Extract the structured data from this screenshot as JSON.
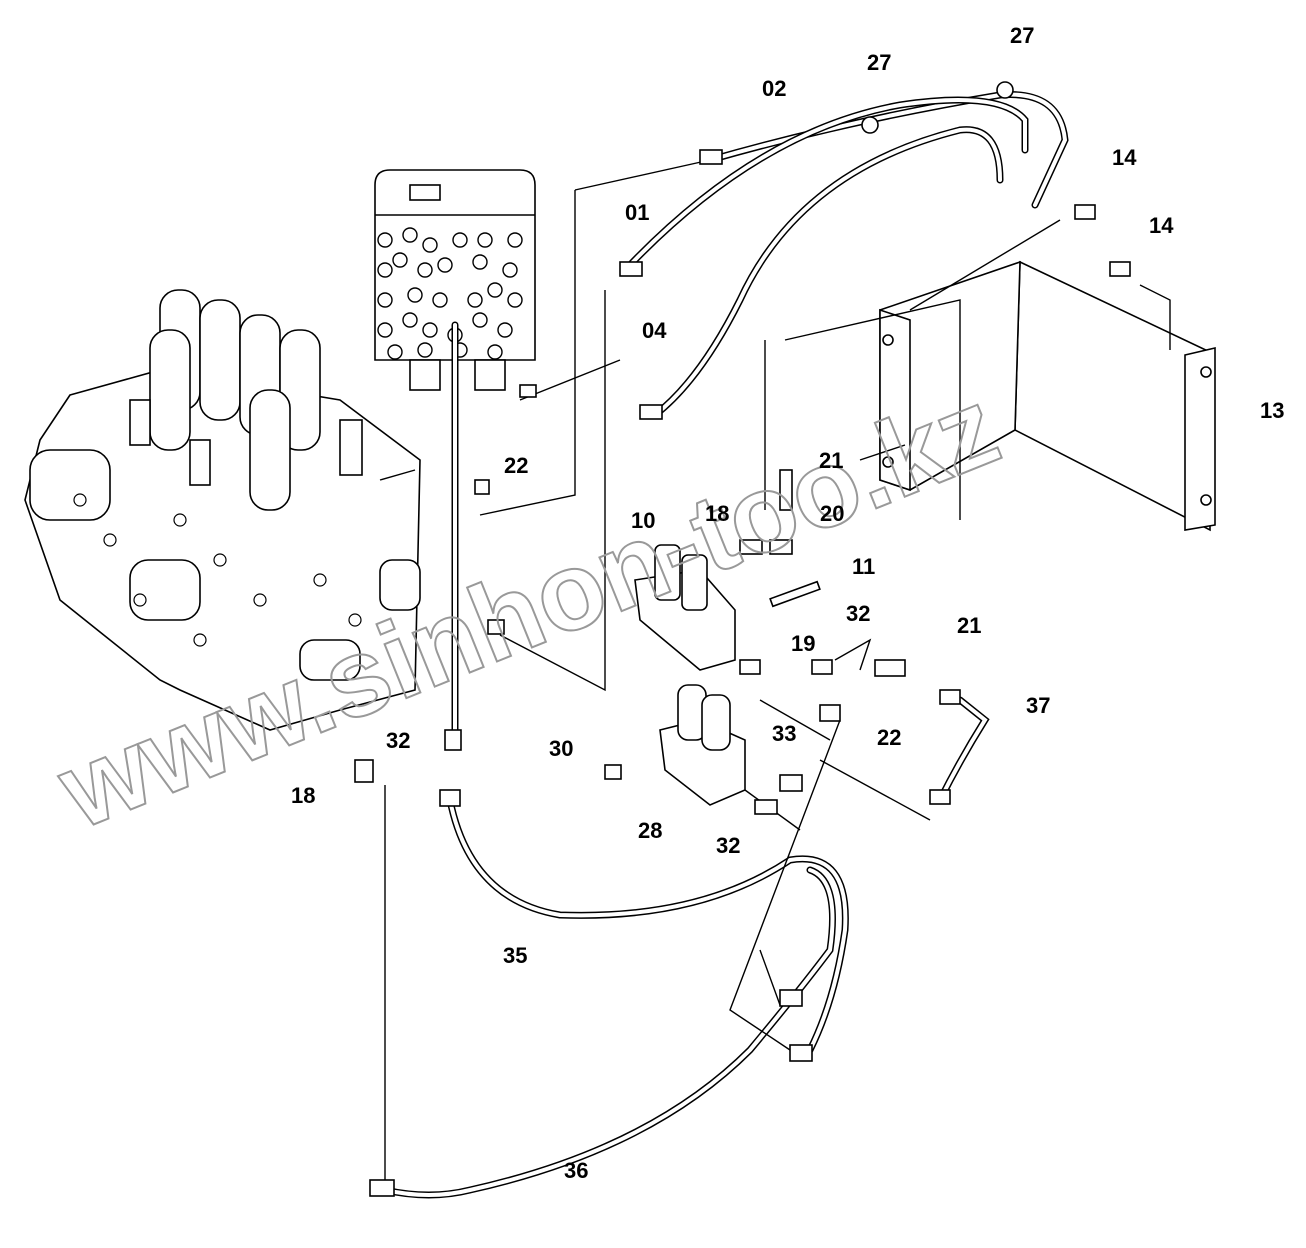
{
  "diagram": {
    "watermark": "www.sinhon-too.kz",
    "callouts": [
      {
        "id": "27a",
        "text": "27"
      },
      {
        "id": "27b",
        "text": "27"
      },
      {
        "id": "02",
        "text": "02"
      },
      {
        "id": "14a",
        "text": "14"
      },
      {
        "id": "14b",
        "text": "14"
      },
      {
        "id": "01",
        "text": "01"
      },
      {
        "id": "04",
        "text": "04"
      },
      {
        "id": "13",
        "text": "13"
      },
      {
        "id": "21a",
        "text": "21"
      },
      {
        "id": "22a",
        "text": "22"
      },
      {
        "id": "10",
        "text": "10"
      },
      {
        "id": "18a",
        "text": "18"
      },
      {
        "id": "20",
        "text": "20"
      },
      {
        "id": "11",
        "text": "11"
      },
      {
        "id": "32a",
        "text": "32"
      },
      {
        "id": "21b",
        "text": "21"
      },
      {
        "id": "19",
        "text": "19"
      },
      {
        "id": "37",
        "text": "37"
      },
      {
        "id": "22b",
        "text": "22"
      },
      {
        "id": "33",
        "text": "33"
      },
      {
        "id": "30",
        "text": "30"
      },
      {
        "id": "32b",
        "text": "32"
      },
      {
        "id": "18b",
        "text": "18"
      },
      {
        "id": "28",
        "text": "28"
      },
      {
        "id": "32c",
        "text": "32"
      },
      {
        "id": "35",
        "text": "35"
      },
      {
        "id": "36",
        "text": "36"
      }
    ]
  }
}
